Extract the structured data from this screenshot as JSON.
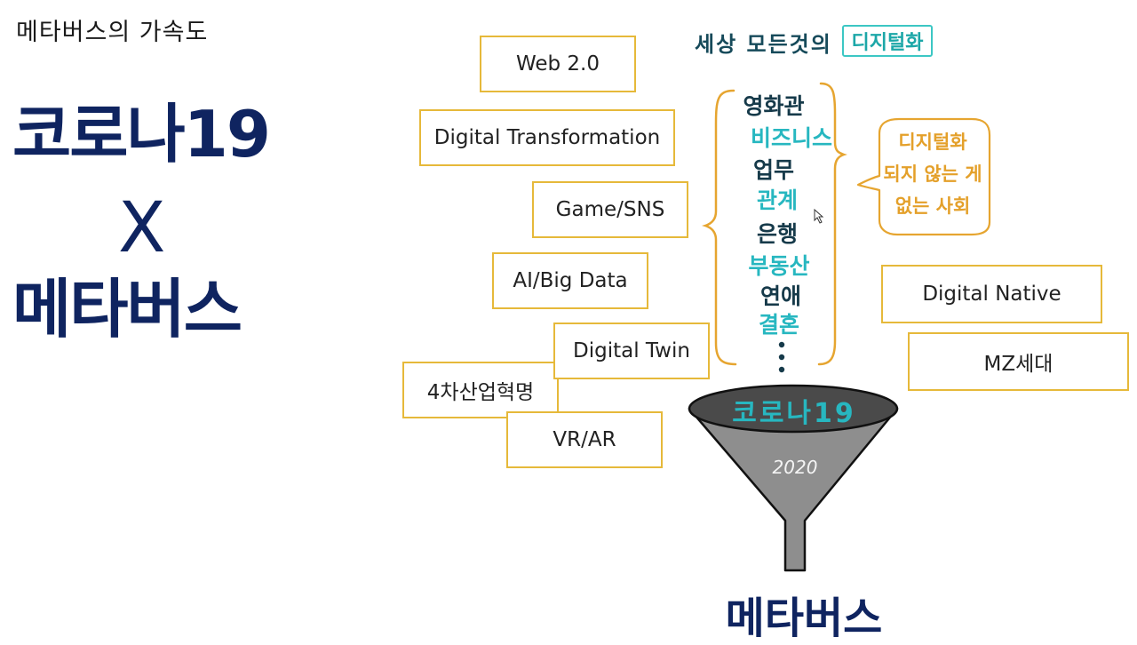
{
  "header": {
    "subtitle": "메타버스의 가속도"
  },
  "title": {
    "line1": "코로나19",
    "line2": "X",
    "line3": "메타버스"
  },
  "left_boxes": [
    "Web 2.0",
    "Digital Transformation",
    "Game/SNS",
    "AI/Big Data",
    "Digital Twin",
    "4차산업혁명",
    "VR/AR"
  ],
  "right_boxes": [
    "Digital Native",
    "MZ세대"
  ],
  "digitalization": {
    "heading_prefix": "세상 모든것의",
    "heading_highlight": "디지털화",
    "items": [
      "영화관",
      "비즈니스",
      "업무",
      "관계",
      "은행",
      "부동산",
      "연애",
      "결혼"
    ],
    "callout": [
      "디지털화",
      "되지 않는 게",
      "없는 사회"
    ]
  },
  "funnel": {
    "label": "코로나19",
    "year": "2020"
  },
  "result": {
    "label": "메타버스"
  },
  "colors": {
    "title": "#0f2460",
    "box_border": "#e6b93a",
    "teal": "#27b7c0",
    "dark_teal": "#163a4a",
    "orange": "#e4a02a",
    "funnel_gray": "#8e8e8e"
  }
}
